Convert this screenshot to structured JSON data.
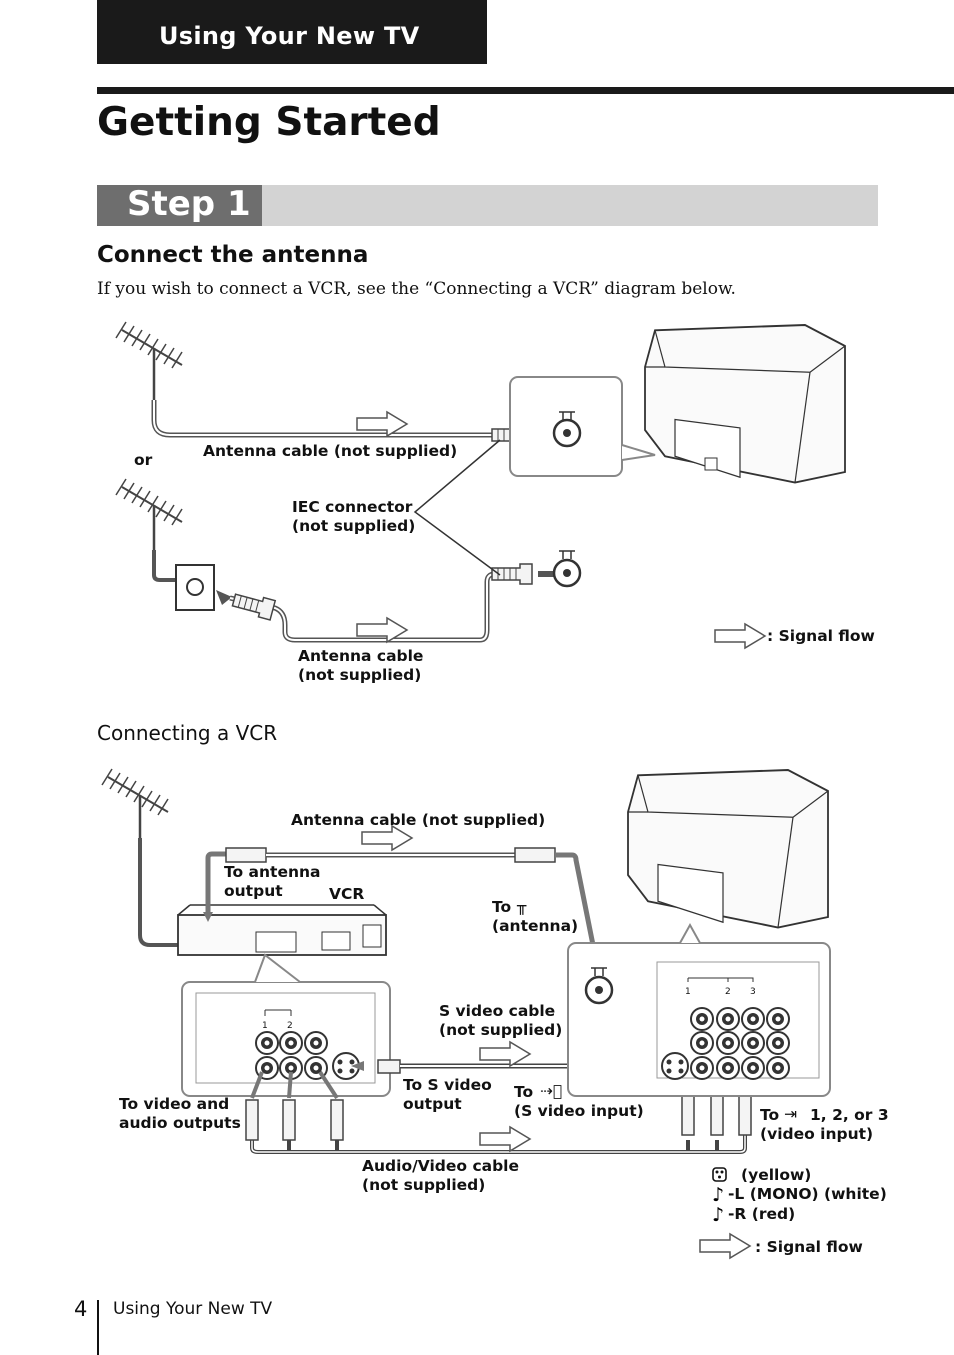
{
  "header": {
    "section_tab": "Using Your New TV",
    "page_title": "Getting Started"
  },
  "step": {
    "label": "Step 1"
  },
  "antenna_section": {
    "heading": "Connect the antenna",
    "intro": "If you wish to connect a VCR, see the “Connecting a VCR” diagram below.",
    "labels": {
      "or": "or",
      "antenna_cable_top": "Antenna cable (not supplied)",
      "iec_line1": "IEC connector",
      "iec_line2": "(not supplied)",
      "antenna_cable_bottom_line1": "Antenna cable",
      "antenna_cable_bottom_line2": "(not supplied)",
      "signal_flow": ": Signal flow"
    }
  },
  "vcr_section": {
    "heading": "Connecting a VCR",
    "labels": {
      "antenna_cable": "Antenna cable (not supplied)",
      "to_antenna_output_line1": "To antenna",
      "to_antenna_output_line2": "output",
      "vcr": "VCR",
      "to_antenna_line1": "To",
      "to_antenna_line2": "(antenna)",
      "s_video_cable_line1": "S video cable",
      "s_video_cable_line2": "(not supplied)",
      "to_s_video_output_line1": "To S video",
      "to_s_video_output_line2": "output",
      "to_s_video_input_line1": "To",
      "to_s_video_input_line2": "(S video input)",
      "to_video_audio_outputs_line1": "To video and",
      "to_video_audio_outputs_line2": "audio outputs",
      "to_video_input_line1": "To",
      "to_video_input_line1b": "1, 2, or 3",
      "to_video_input_line2": "(video input)",
      "av_cable_line1": "Audio/Video cable",
      "av_cable_line2": "(not supplied)",
      "yellow": "(yellow)",
      "white": "-L (MONO) (white)",
      "red": "-R (red)",
      "signal_flow": ": Signal flow",
      "jack_1": "1",
      "jack_2": "2",
      "jack_3": "3"
    }
  },
  "footer": {
    "page_number": "4",
    "running_title": "Using Your New TV"
  }
}
